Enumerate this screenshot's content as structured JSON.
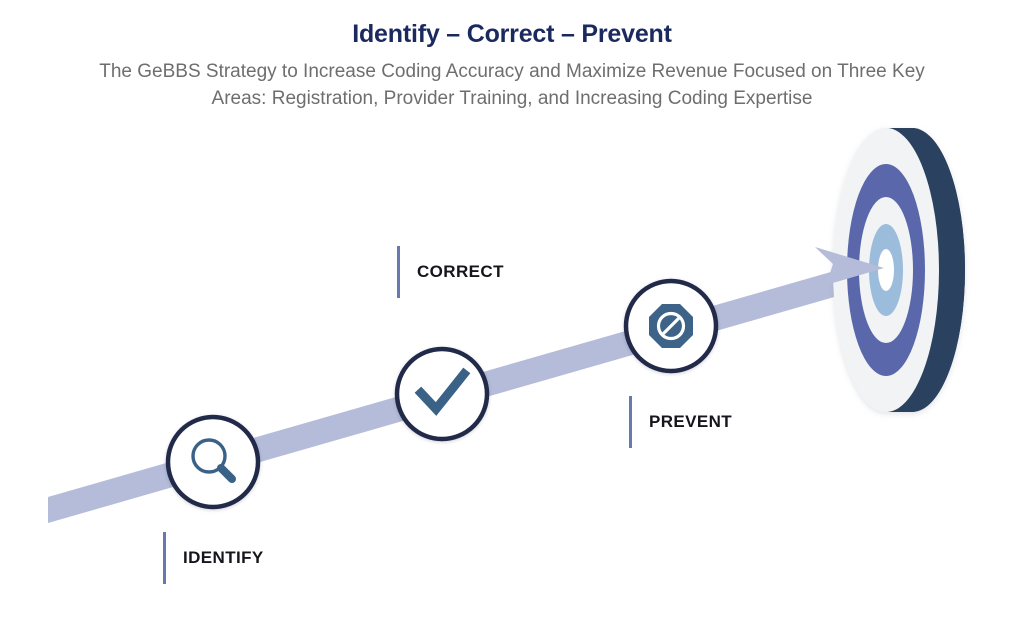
{
  "header": {
    "title": "Identify – Correct – Prevent",
    "subtitle_line1": "The GeBBS Strategy to Increase Coding Accuracy and Maximize Revenue Focused on Three Key",
    "subtitle_line2": "Areas: Registration, Provider Training, and Increasing Coding Expertise",
    "title_color": "#1B2A5E",
    "subtitle_color": "#6E6E6E"
  },
  "diagram": {
    "type": "process-arrow-to-target",
    "steps": [
      {
        "id": "identify",
        "label": "IDENTIFY",
        "icon": "magnifier-icon",
        "order": 1
      },
      {
        "id": "correct",
        "label": "CORRECT",
        "icon": "checkmark-icon",
        "order": 2
      },
      {
        "id": "prevent",
        "label": "PREVENT",
        "icon": "no-entry-octagon-icon",
        "order": 3
      }
    ],
    "target": {
      "name": "bullseye-target",
      "rings": 5
    },
    "colors": {
      "arrow_band": "#B4BCD9",
      "circle_ring": "#222B4A",
      "circle_fill": "#FFFFFF",
      "icon": "#3A6186",
      "tick": "#6878B0",
      "label_text": "#15151B",
      "target_side": "#2C4360",
      "target_ring_outer": "#F2F3F5",
      "target_ring_blue": "#5A68AB",
      "target_ring_light": "#9CBCDC"
    }
  }
}
